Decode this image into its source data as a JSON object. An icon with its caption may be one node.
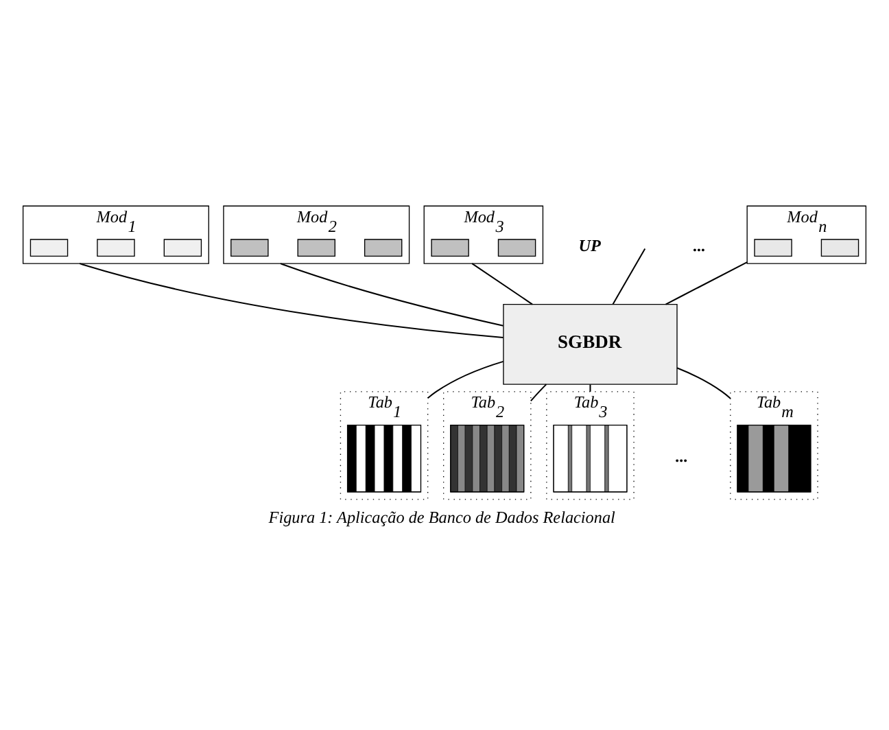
{
  "diagram": {
    "caption": "Figura 1: Aplicação de Banco de Dados Relacional",
    "nodes": [
      {
        "text": [
          "Mod$_{1}$"
        ]
      },
      {
        "text": [],
        "shape": "box",
        "in": 0
      },
      {
        "text": [],
        "shape": "box",
        "in": 0
      },
      {
        "text": [],
        "shape": "box",
        "in": 0
      },
      {
        "text": [
          "Mod$_{2}$"
        ]
      },
      {
        "text": [],
        "shape": "box",
        "in": 4
      },
      {
        "text": [],
        "shape": "box",
        "in": 4
      },
      {
        "text": [],
        "shape": "box",
        "in": 4
      },
      {
        "text": [
          "Mod$_{3}$"
        ]
      },
      {
        "text": [],
        "shape": "box",
        "in": 8
      },
      {
        "text": [],
        "shape": "box",
        "in": 8
      },
      {
        "text": [
          "Mod$_{n}$"
        ]
      },
      {
        "text": [],
        "shape": "box",
        "in": 11
      },
      {
        "text": [],
        "shape": "box",
        "in": 11
      },
      {
        "text": [
          "SGBDR"
        ]
      },
      {
        "text": [
          "Tab$_{1}$"
        ]
      },
      {
        "text": [],
        "shape": "picture",
        "in": 15
      },
      {
        "text": [
          "Tab$_{2}$"
        ]
      },
      {
        "text": [],
        "shape": "picture",
        "in": 17
      },
      {
        "text": [
          "Tab$_{3}$"
        ]
      },
      {
        "text": [],
        "shape": "picture",
        "in": 19
      },
      {
        "text": [
          "Tab$_{m}$"
        ]
      },
      {
        "text": [],
        "shape": "picture",
        "in": 21
      }
    ],
    "edges": [
      {
        "from": 0,
        "to": 14,
        "arrow": "none"
      },
      {
        "from": 4,
        "to": 14,
        "arrow": "none"
      },
      {
        "from": 8,
        "to": 14,
        "arrow": "none"
      },
      {
        "from": null,
        "to": 14,
        "arrow": "none"
      },
      {
        "from": 11,
        "to": 14,
        "arrow": "none"
      },
      {
        "from": 14,
        "to": 15,
        "arrow": "none"
      },
      {
        "from": 14,
        "to": 17,
        "arrow": "none"
      },
      {
        "from": 14,
        "to": 19,
        "arrow": "none"
      },
      {
        "from": 14,
        "to": 21,
        "arrow": "none"
      }
    ],
    "labels": [
      "UP",
      "...",
      "..."
    ]
  }
}
